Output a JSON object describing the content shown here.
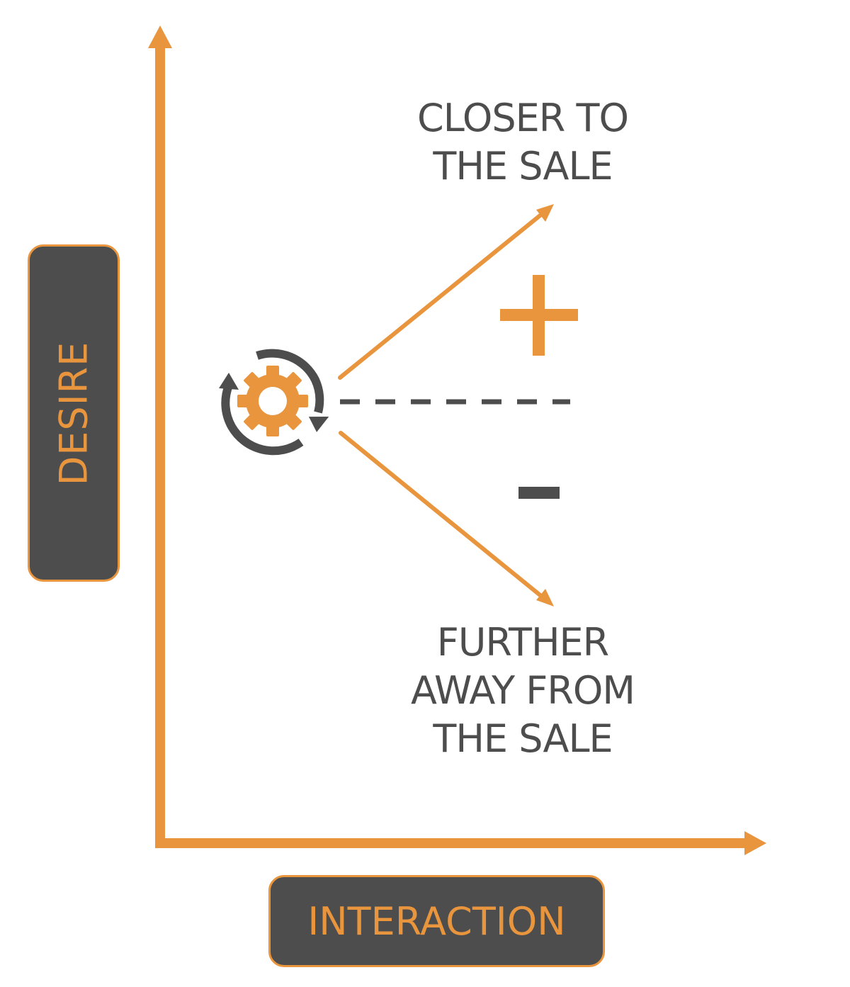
{
  "diagram": {
    "colors": {
      "accent": "#e8953e",
      "dark": "#4d4d4d",
      "background": "#ffffff"
    },
    "axes": {
      "y_label": "DESIRE",
      "x_label": "INTERACTION"
    },
    "center_icon": "gear-cycle-icon",
    "upper_outcome": {
      "lines": [
        "CLOSER TO",
        "THE SALE"
      ],
      "sign": "+"
    },
    "lower_outcome": {
      "lines": [
        "FURTHER",
        "AWAY FROM",
        "THE SALE"
      ],
      "sign": "-"
    },
    "neutral_line": "dashed"
  }
}
